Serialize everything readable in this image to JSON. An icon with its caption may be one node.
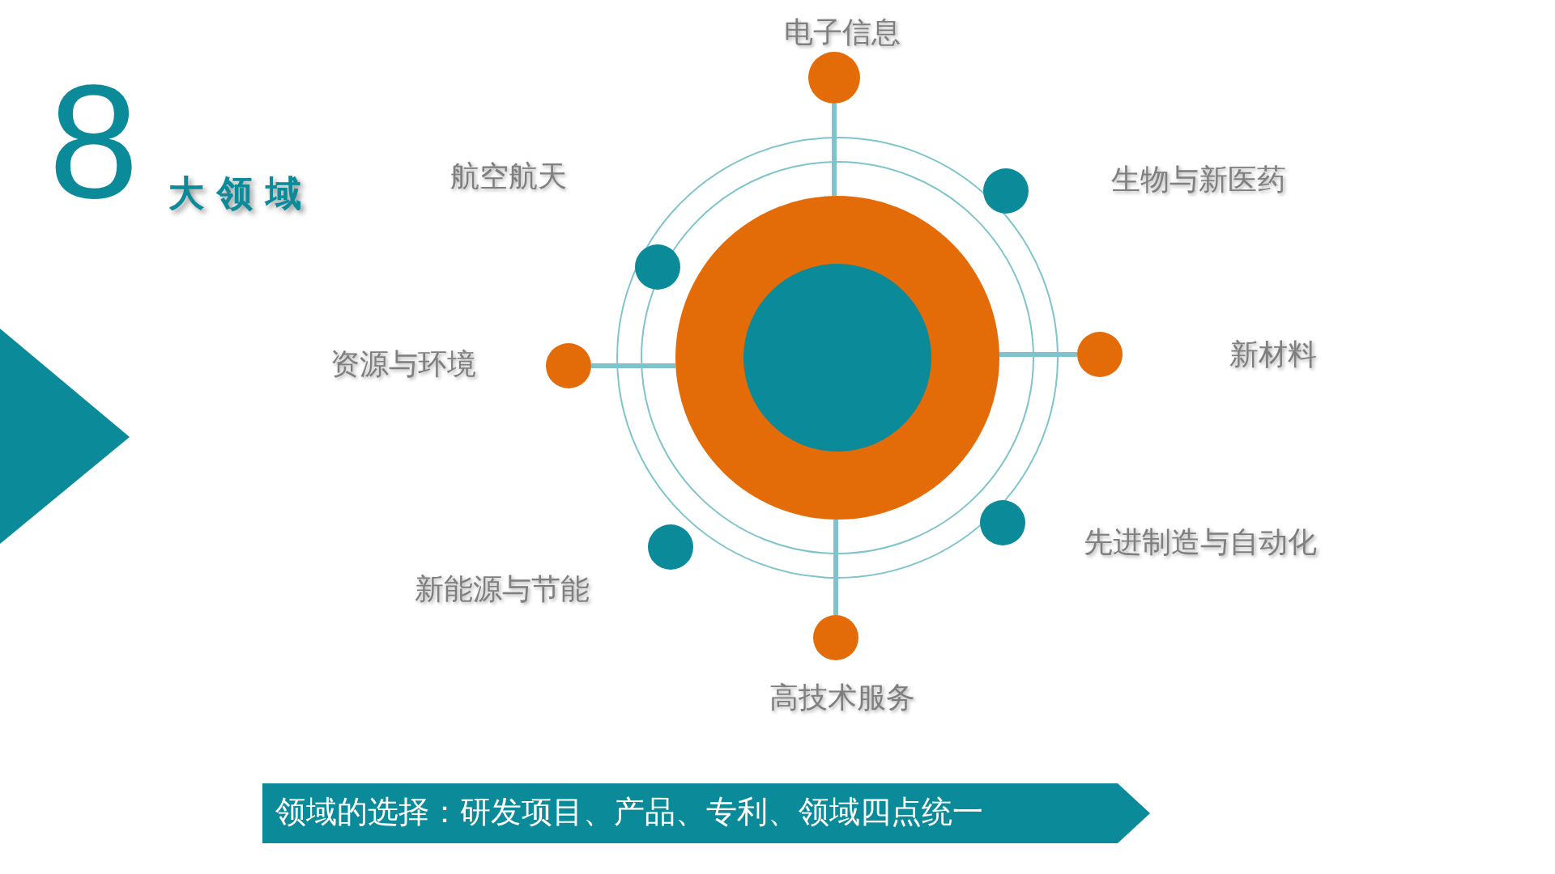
{
  "diagram": {
    "nodes": [
      {
        "text": [],
        "shape": "circle"
      },
      {
        "text": [],
        "shape": "circle",
        "in": 0
      },
      {
        "text": [],
        "shape": "circle",
        "beside": [
          "电子信息"
        ]
      },
      {
        "text": [],
        "shape": "circle",
        "beside": [
          "生物与新医药"
        ]
      },
      {
        "text": [],
        "shape": "circle",
        "beside": [
          "新材料"
        ]
      },
      {
        "text": [],
        "shape": "circle",
        "beside": [
          "先进制造与自动化"
        ]
      },
      {
        "text": [],
        "shape": "circle",
        "beside": [
          "高技术服务"
        ]
      },
      {
        "text": [],
        "shape": "circle",
        "beside": [
          "新能源与节能"
        ]
      },
      {
        "text": [],
        "shape": "circle",
        "beside": [
          "资源与环境"
        ]
      },
      {
        "text": [],
        "shape": "circle",
        "beside": [
          "航空航天"
        ]
      },
      {
        "text": [
          "领域的选择：研发项目、产品、专利、领域四点统一"
        ]
      },
      {
        "text": [],
        "shape": "triangle"
      }
    ],
    "edges": [
      {
        "from": 2,
        "to": 0,
        "arrow": "none"
      },
      {
        "from": 4,
        "to": 0,
        "arrow": "none"
      },
      {
        "from": 6,
        "to": 0,
        "arrow": "none"
      },
      {
        "from": 8,
        "to": 0,
        "arrow": "none"
      }
    ],
    "labels": [
      "8",
      "大领域"
    ]
  }
}
